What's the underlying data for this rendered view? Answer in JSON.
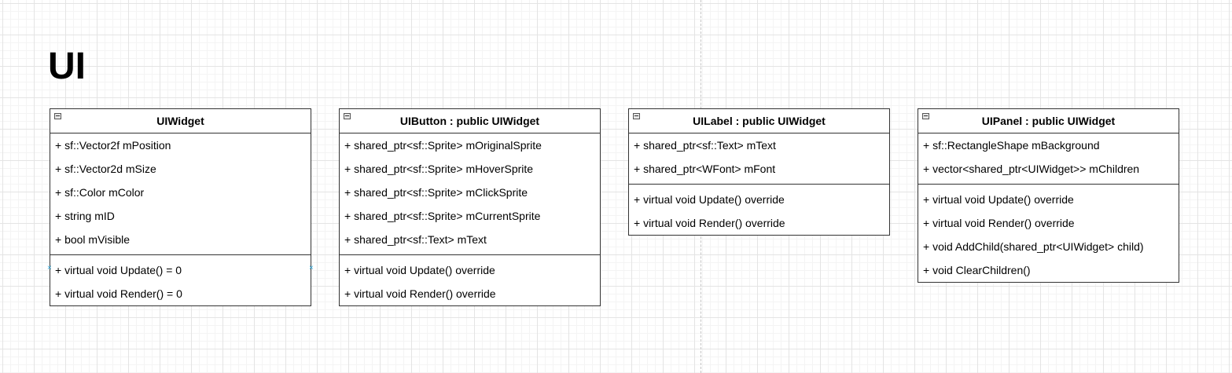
{
  "diagram": {
    "title": "UI"
  },
  "classes": [
    {
      "name": "UIWidget",
      "attributes": [
        "+ sf::Vector2f mPosition",
        "+ sf::Vector2d mSize",
        "+ sf::Color mColor",
        "+ string mID",
        "+ bool mVisible"
      ],
      "methods": [
        "+ virtual void Update() = 0",
        "+ virtual void Render() = 0"
      ]
    },
    {
      "name": "UIButton : public UIWidget",
      "attributes": [
        "+ shared_ptr<sf::Sprite> mOriginalSprite",
        "+ shared_ptr<sf::Sprite> mHoverSprite",
        "+ shared_ptr<sf::Sprite> mClickSprite",
        "+ shared_ptr<sf::Sprite> mCurrentSprite",
        "+ shared_ptr<sf::Text> mText"
      ],
      "methods": [
        "+ virtual void Update() override",
        "+ virtual void Render() override"
      ]
    },
    {
      "name": "UILabel : public UIWidget",
      "attributes": [
        "+ shared_ptr<sf::Text> mText",
        "+ shared_ptr<WFont> mFont"
      ],
      "methods": [
        "+ virtual void Update() override",
        "+ virtual void Render() override"
      ]
    },
    {
      "name": "UIPanel : public UIWidget",
      "attributes": [
        "+ sf::RectangleShape mBackground",
        "+ vector<shared_ptr<UIWidget>> mChildren"
      ],
      "methods": [
        "+ virtual void Update() override",
        "+ virtual void Render() override",
        "+ void AddChild(shared_ptr<UIWidget> child)",
        "+ void ClearChildren()"
      ]
    }
  ],
  "colors": {
    "border": "#333333",
    "selection_handle": "#29a3d7",
    "grid": "#e4e4e4"
  }
}
